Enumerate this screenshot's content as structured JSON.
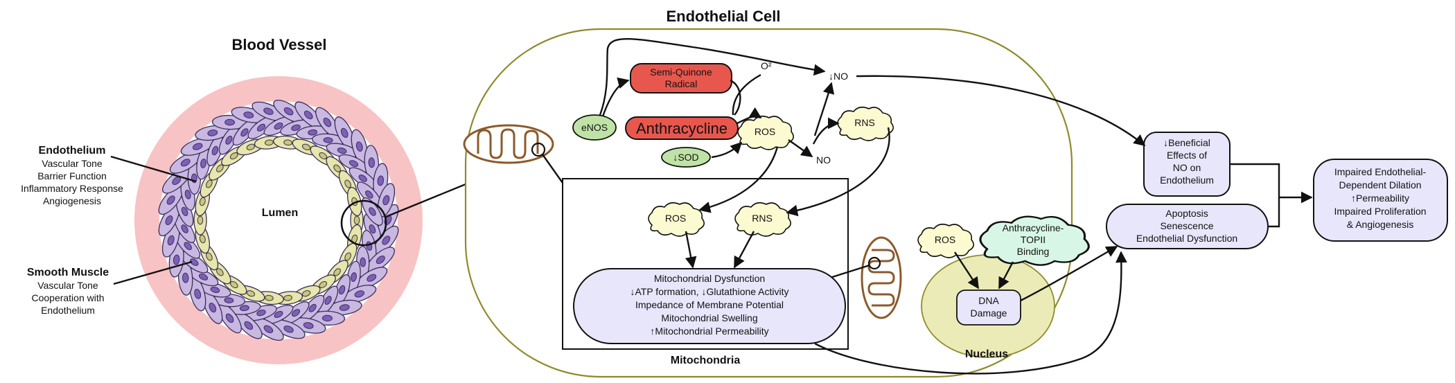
{
  "colors": {
    "vessel_ring": "#f8c3c4",
    "smooth_muscle": "#c8b8e2",
    "smooth_muscle_nucleus": "#7f5fb8",
    "endothelium_cell": "#e7e6ab",
    "endothelium_nucleus": "#c9c77c",
    "cell_outline": "#8f8a2a",
    "nucleus_fill": "#ebebb7",
    "lavender_box": "#e8e6fb",
    "green_node": "#bfe3a6",
    "red_node": "#e8574e",
    "cloud_yellow": "#fbfad0",
    "cloud_green": "#d8f6e6",
    "mito_outline": "#8b5a2b"
  },
  "blood_vessel": {
    "title": "Blood Vessel",
    "lumen": "Lumen",
    "endothelium_title": "Endothelium",
    "endothelium_functions": [
      "Vascular Tone",
      "Barrier Function",
      "Inflammatory Response",
      "Angiogenesis"
    ],
    "smooth_muscle_title": "Smooth Muscle",
    "smooth_muscle_functions": [
      "Vascular Tone",
      "Cooperation with",
      "Endothelium"
    ]
  },
  "cell": {
    "title": "Endothelial Cell",
    "semi_quinone": [
      "Semi-Quinone",
      "Radical"
    ],
    "o2_label": "O²",
    "no_top": "↓NO",
    "enos": "eNOS",
    "anthracycline": "Anthracycline",
    "ros_top": "ROS",
    "rns_top": "RNS",
    "sod": "↓SOD",
    "no_small": "NO",
    "mitochondria_label": "Mitochondria",
    "ros_mito": "ROS",
    "rns_mito": "RNS",
    "mito_dysfunction": [
      "Mitochondrial Dysfunction",
      "↓ATP formation, ↓Glutathione Activity",
      "Impedance of Membrane Potential",
      "Mitochondrial Swelling",
      "↑Mitochondrial Permeability"
    ],
    "nucleus_label": "Nucleus",
    "ros_nucleus": "ROS",
    "topii": [
      "Anthracycline-",
      "TOPII",
      "Binding"
    ],
    "dna_damage": [
      "DNA",
      "Damage"
    ]
  },
  "outcomes": {
    "beneficial": [
      "↓Beneficial",
      "Effects of",
      "NO on",
      "Endothelium"
    ],
    "apoptosis": [
      "Apoptosis",
      "Senescence",
      "Endothelial Dysfunction"
    ],
    "impaired": [
      "Impaired Endothelial-",
      "Dependent Dilation",
      "↑Permeability",
      "Impaired Proliferation",
      "& Angiogenesis"
    ]
  }
}
